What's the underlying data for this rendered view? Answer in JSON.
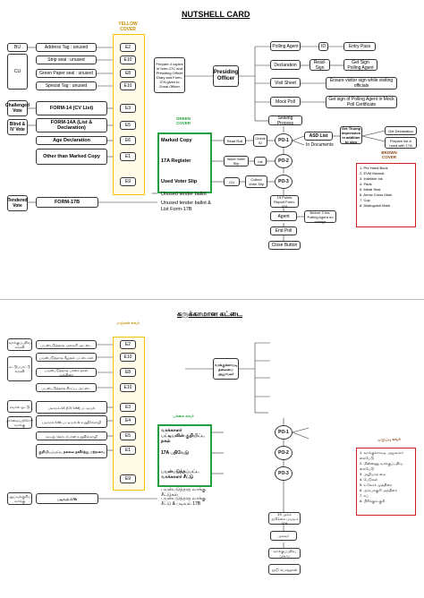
{
  "top": {
    "title": "NUTSHELL CARD",
    "yellow_cover": "YELLOW COVER",
    "green_cover": "GREEN COVER",
    "brown_cover": "BROWN COVER",
    "left_labels": [
      "BU",
      "CU",
      "Challenged Vote",
      "Blind & IV Vote",
      "Tendered Vote"
    ],
    "left_items": [
      "Address Tag : unused",
      "Strip seal : unused",
      "Green Paper seal : unused",
      "Special Tag : unused",
      "FORM-14 (CV List)",
      "FORM-14A (List & Declaration)",
      "Age Declaration",
      "Other than Marked Copy",
      "FORM-17B"
    ],
    "e_codes": [
      "E2",
      "E10",
      "E8",
      "E10",
      "E3",
      "E5",
      "E6",
      "E1",
      "E9"
    ],
    "prepare_text": "Prepare 4 copies of form-17C and Presiding Officer Diary and Form-37A given to Zonal Officer",
    "presiding_officer": "Presiding Officer",
    "flow": [
      "Polling Agent",
      "Declaration",
      "Visit Sheet",
      "Mock Poll",
      "Sealing Process"
    ],
    "right_flow": [
      "ID",
      "Entry Pass",
      "Read-Sign",
      "Get Sign Polling Agent",
      "Ensure visitor sign while visiting officials",
      "Get sign of Polling Agent in Mock Poll Certificate"
    ],
    "green_items": [
      "Marked Copy",
      "17A Register",
      "Used Voter Slip"
    ],
    "mid_labels": [
      "Read Roll",
      "Check ID",
      "Issue Voter Slip",
      "Ink",
      "CU",
      "Collect Voter Slip",
      "ASD List",
      "In Documents",
      "Get Thump Impression in addition to sign",
      "Get Declaration",
      "Prepare list & hand with 17A"
    ],
    "po": [
      "PO-1",
      "PO-2",
      "PO-3"
    ],
    "bottom_flow": [
      "Unused tender ballot",
      "Unused tender ballot & List Form-17B",
      "19 Points Report Form-37A",
      "Agent",
      "Before 3 hrs. Polling Agent no change",
      "End Poll",
      "Close Button"
    ],
    "brown_list": [
      "1. Pre Hand Book",
      "2. EVM Manual",
      "3. Indelible Ink",
      "4. Pads",
      "5. Metal Seal",
      "6. Arrow Cross Mark",
      "7. Cup",
      "8. Distinguish Mark"
    ]
  },
  "bottom": {
    "title": "கருக்காமான கட்டை",
    "yellow_cover": "மஞ்சள் கவர்",
    "green_cover": "பச்சை கவர்",
    "brown_cover": "பழுப்பு கவர்",
    "left_labels": [
      "வாக்குப்பதிவு கருவி",
      "கட்டுப்பாட்டு கருவி",
      "சவால் ஓட்டு",
      "பார்வையற்றோர் வாக்கு",
      "ஆய்வுக்குறிய வாக்கு"
    ],
    "left_items": [
      "பயன்படுத்தாத முகவரி அட்டை",
      "பயன்படுத்தாத சீலுதல் பட்டைகள்",
      "பயன்படுத்தாத பச்சை தாள் முத்திரை",
      "பயன்படுத்தாத சிறப்பு அட்டை",
      "படிவம்-14 (CV List) பட்டியல்",
      "படிவம்-14A பட்டியல் & உறுதிமொழி",
      "வயது தொடர்பான உறுதிமொழி",
      "குறியிடப்பட்ட நகலை தவிர்த்து மற்றவை",
      "படிவம்-17B"
    ],
    "e_codes": [
      "E2",
      "E10",
      "E8",
      "E10",
      "E3",
      "E4",
      "E5",
      "E1",
      "E9"
    ],
    "presiding_officer": "வாக்குச்சாவடி தலைமை அலுவலர்",
    "green_items": [
      "வாக்காளர் பட்டியலின் குறியிட்ட நகல்",
      "17A பதிவேடு",
      "பயன்படுத்தப்பட்ட வாக்காளர் சீட்டு"
    ],
    "po": [
      "PO-1",
      "PO-2",
      "PO-3"
    ],
    "bottom_flow": [
      "பயன்படுத்தாத வாக்கு சீட்டுகள்",
      "பயன்படுத்தாத வாக்கு சீட்டு & படிவம் 17B",
      "19 அம்ச அறிக்கை படிவம் 37A",
      "முகவர்",
      "வாக்குப்பதிவு முடிவு",
      "மூடு பொத்தான்"
    ],
    "brown_list": [
      "1. வாக்குச்சாவடி அலுவலர் கையேடு",
      "2. மின்னணு வாக்குப்பதிவு கையேடு",
      "3. அழியாத மை",
      "4. பேடுகள்",
      "5. உலோக முத்திரை",
      "6. அம்புக்குறி முத்திரை",
      "7. கப்",
      "8. பிரிக்கும் குறி"
    ]
  }
}
